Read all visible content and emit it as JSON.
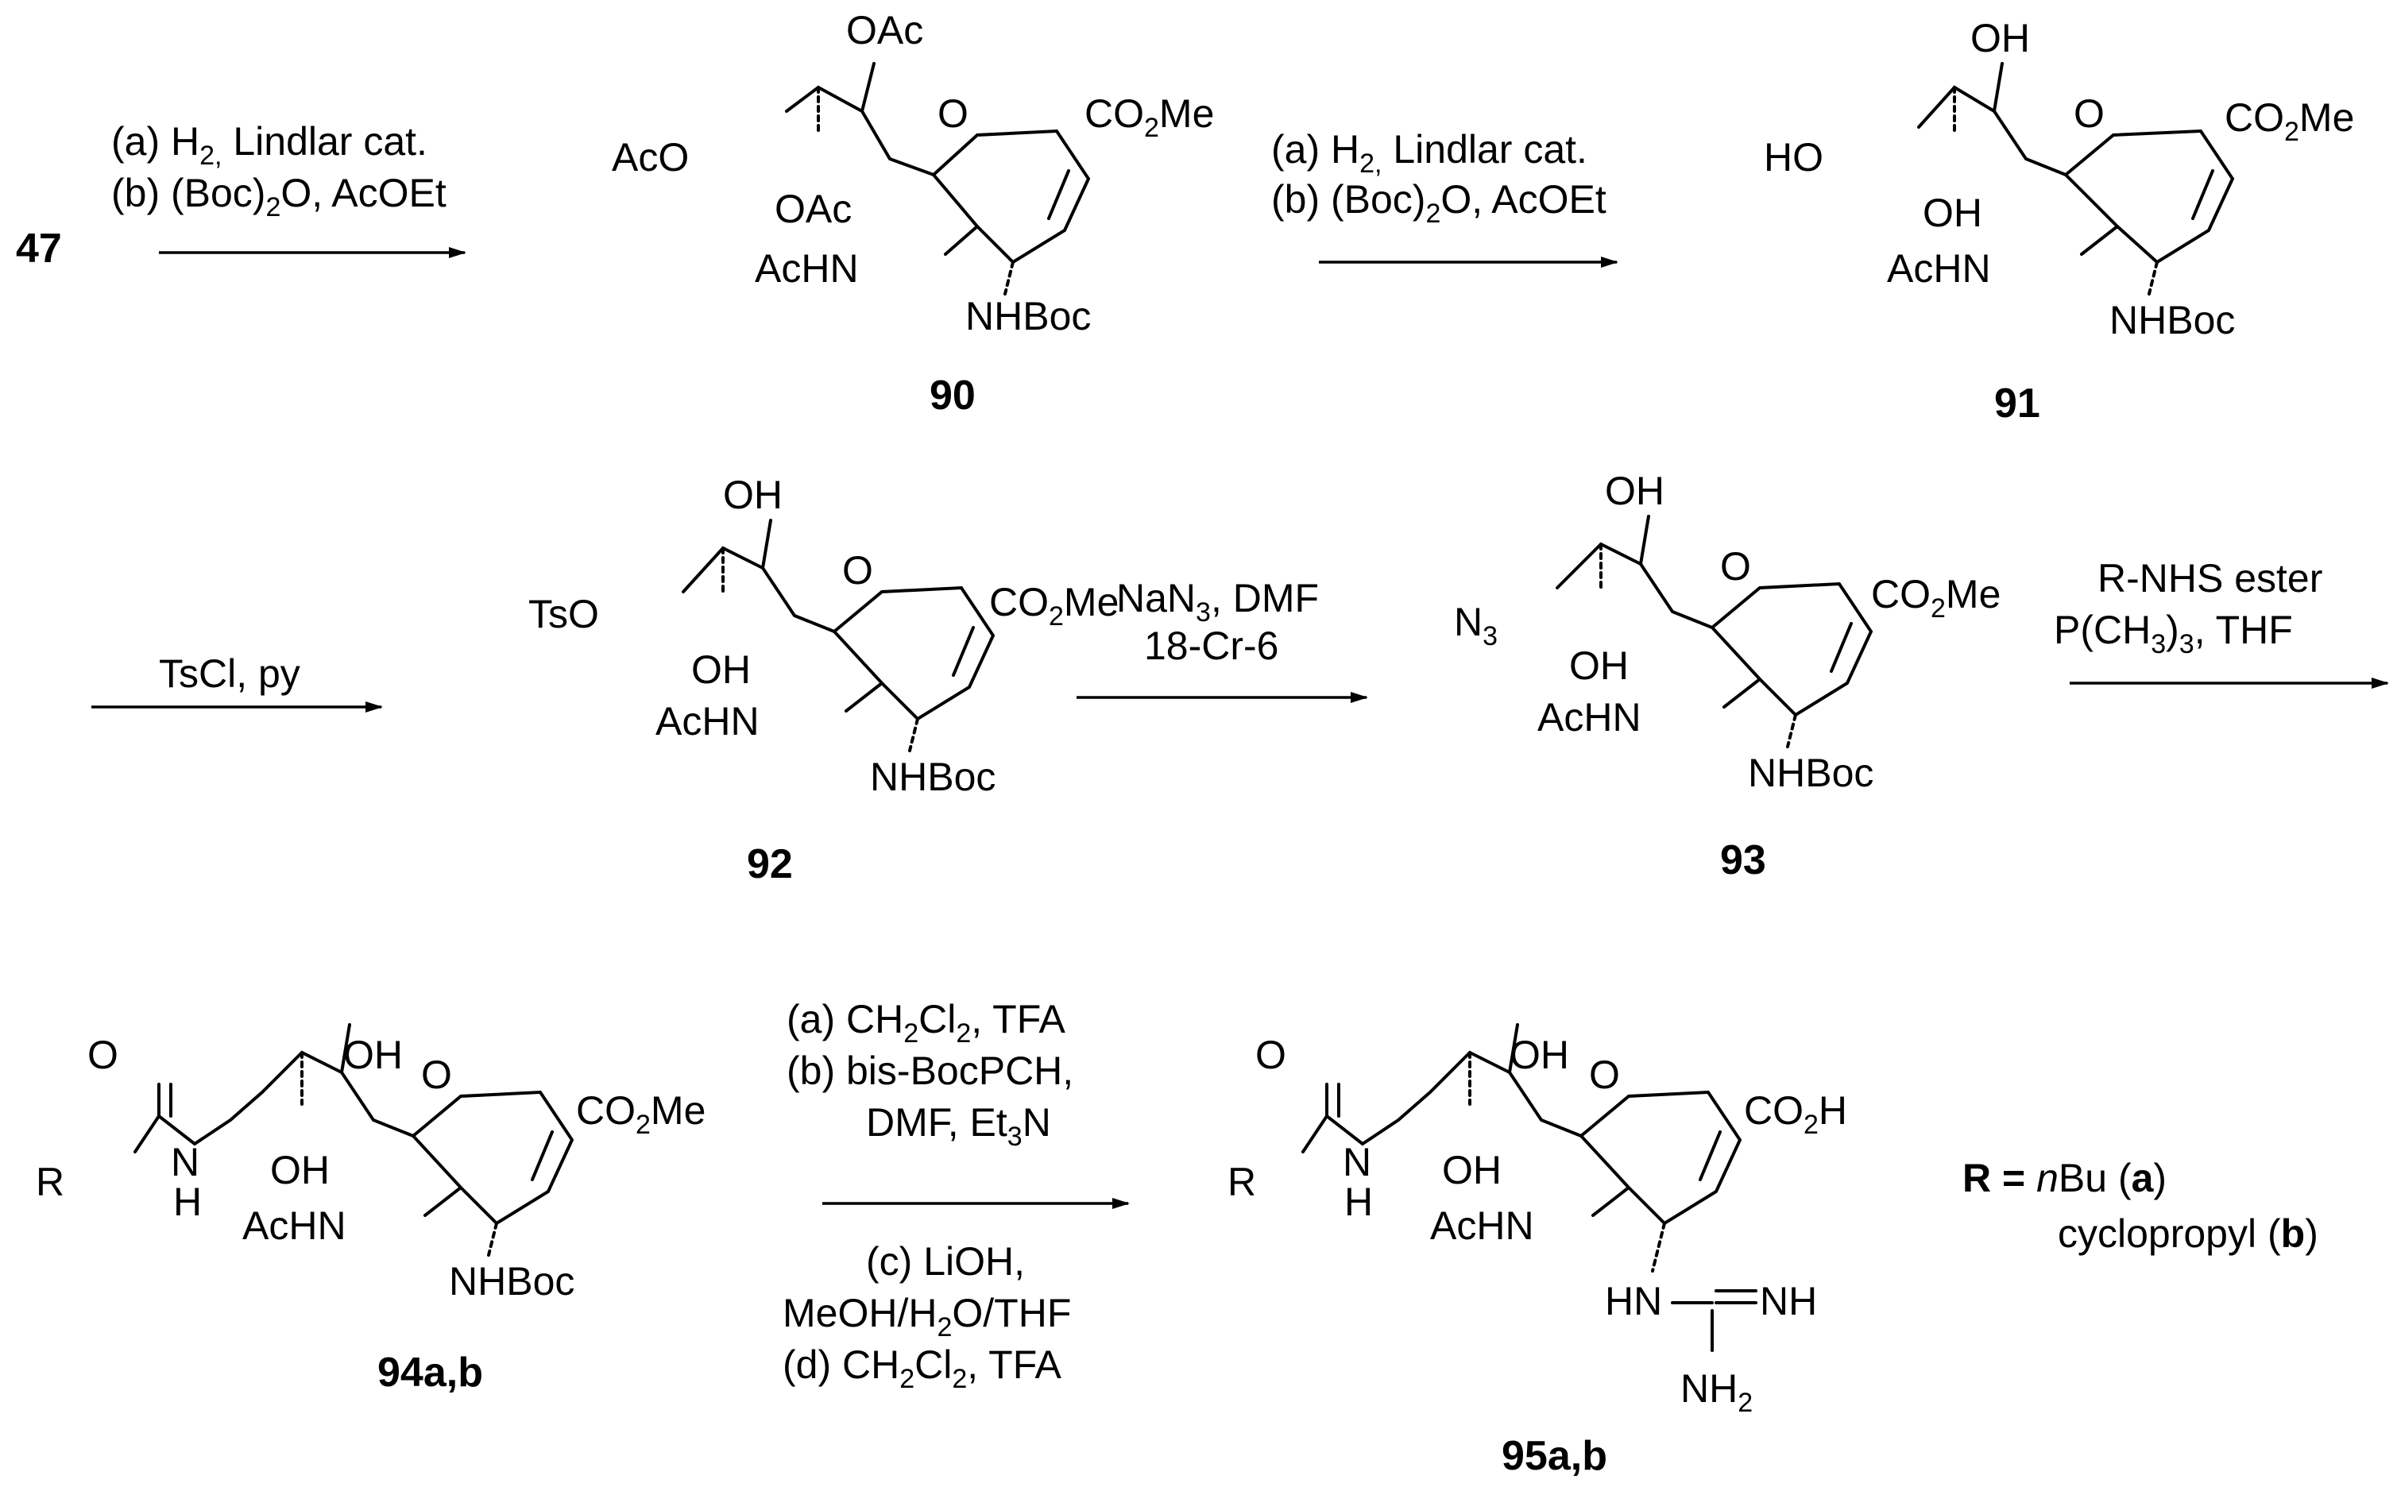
{
  "start_compound": "47",
  "compounds": {
    "c90": "90",
    "c91": "91",
    "c92": "92",
    "c93": "93",
    "c94": "94a,b",
    "c95": "95a,b"
  },
  "steps": {
    "s1": {
      "line1": "(a) H",
      "sub1": "2,",
      "line1b": " Lindlar cat.",
      "line2": "(b) (Boc)",
      "sub2": "2",
      "line2b": "O, AcOEt"
    },
    "s2": {
      "line1": "(a) H",
      "sub1": "2,",
      "line1b": " Lindlar cat.",
      "line2": "(b) (Boc)",
      "sub2": "2",
      "line2b": "O, AcOEt"
    },
    "s3": {
      "line1": "TsCl, py"
    },
    "s4": {
      "line1": "NaN",
      "sub1": "3",
      "line1b": ", DMF",
      "line2": "18-Cr-6"
    },
    "s5": {
      "line1": "R-NHS ester",
      "line2": "P(CH",
      "sub2": "3",
      "line2b": ")",
      "sub2b": "3",
      "line2c": ", THF"
    },
    "s6": {
      "a1": "(a) CH",
      "a_s1": "2",
      "a2": "Cl",
      "a_s2": "2",
      "a3": ", TFA",
      "b": "(b) bis-BocPCH,",
      "b2": "DMF, Et",
      "b2s": "3",
      "b2c": "N",
      "c": "(c) LiOH,",
      "c2a": "MeOH/H",
      "c2s": "2",
      "c2b": "O/THF",
      "d1": "(d) CH",
      "d_s1": "2",
      "d2": "Cl",
      "d_s2": "2",
      "d3": ", TFA"
    }
  },
  "groups": {
    "oac": "OAc",
    "aco": "AcO",
    "ac_nh": "AcHN",
    "nhboc": "NHBoc",
    "co2me_a": "CO",
    "co2me_s": "2",
    "co2me_b": "Me",
    "co2h_a": "CO",
    "co2h_s": "2",
    "co2h_b": "H",
    "oh": "OH",
    "ho": "HO",
    "o": "O",
    "tso": "TsO",
    "n3_a": "N",
    "n3_s": "3",
    "r": "R",
    "nh_n": "N",
    "nh_h": "H",
    "hn": "HN",
    "nh": "NH",
    "nh2_a": "NH",
    "nh2_s": "2"
  },
  "legend": {
    "r_eq": "R = ",
    "nbu_i": "n",
    "nbu": "Bu (",
    "a": "a",
    "close": ")",
    "cyc": "cyclopropyl (",
    "b": "b"
  }
}
